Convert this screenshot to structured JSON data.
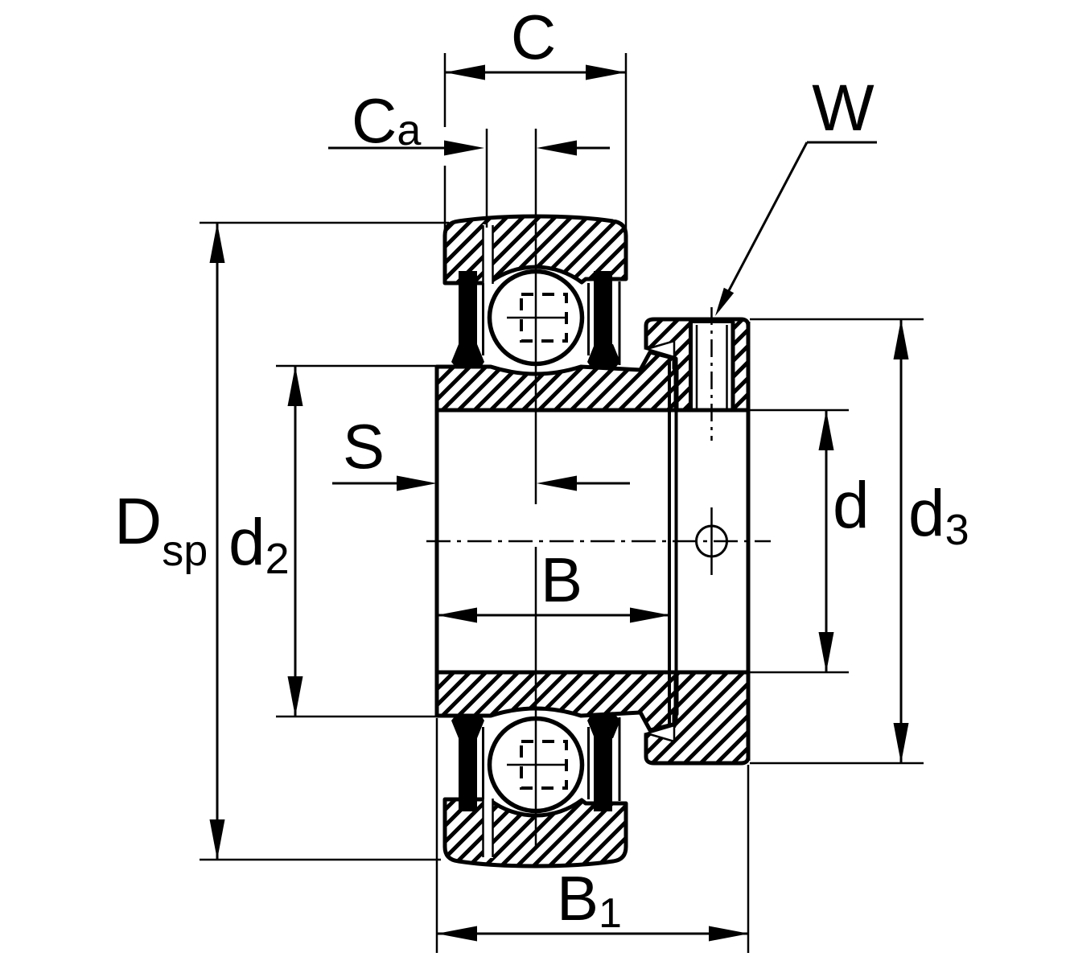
{
  "drawing": {
    "background_color": "#ffffff",
    "line_color": "#000000"
  },
  "dimensions": {
    "C": {
      "main": "C",
      "sub": ""
    },
    "Ca": {
      "main": "C",
      "sub": "a"
    },
    "W": {
      "main": "W",
      "sub": ""
    },
    "Dsp": {
      "main": "D",
      "sub": "sp"
    },
    "d2": {
      "main": "d",
      "sub": "2"
    },
    "S": {
      "main": "S",
      "sub": ""
    },
    "B": {
      "main": "B",
      "sub": ""
    },
    "B1": {
      "main": "B",
      "sub": "1"
    },
    "d": {
      "main": "d",
      "sub": ""
    },
    "d3": {
      "main": "d",
      "sub": "3"
    }
  }
}
